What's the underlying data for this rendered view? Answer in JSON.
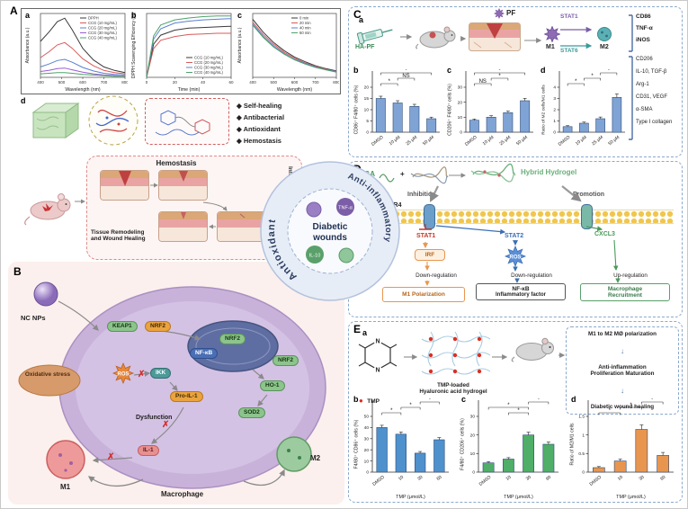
{
  "bullet": "◆",
  "cross": "✗",
  "arrow_down": "↓",
  "panel_a": {
    "label": "A",
    "sub_a": "a",
    "sub_b": "b",
    "sub_c": "c",
    "sub_d": "d",
    "features": [
      "Self-healing",
      "Antibacterial",
      "Antioxidant",
      "Hemostasis"
    ],
    "stage_top": "Hemostasis",
    "stage_right": "Inflammation and Proliferation",
    "stage_bottom": "Tissue Remodeling and Wound Healing",
    "chart_a": {
      "type": "line",
      "xlabel": "Wavelength (nm)",
      "ylabel": "Absorbance (a.u.)",
      "x": [
        400,
        440,
        480,
        515,
        550,
        600,
        650,
        700,
        750,
        800
      ],
      "xticks": [
        400,
        500,
        600,
        700,
        800
      ],
      "ylim": [
        0,
        1.1
      ],
      "legend": "tr",
      "series": [
        {
          "name": "DPPH",
          "color": "#3a3a3a",
          "values": [
            0.62,
            0.78,
            0.96,
            1.02,
            0.82,
            0.5,
            0.3,
            0.18,
            0.12,
            0.08
          ]
        },
        {
          "name": "CCG (10 mg/mL)",
          "color": "#d85a5a",
          "values": [
            0.34,
            0.44,
            0.56,
            0.6,
            0.5,
            0.32,
            0.2,
            0.12,
            0.08,
            0.06
          ]
        },
        {
          "name": "CCG (20 mg/mL)",
          "color": "#5b7fd1",
          "values": [
            0.18,
            0.23,
            0.29,
            0.31,
            0.26,
            0.17,
            0.11,
            0.07,
            0.05,
            0.04
          ]
        },
        {
          "name": "CCG (30 mg/mL)",
          "color": "#9a5bd1",
          "values": [
            0.1,
            0.12,
            0.15,
            0.16,
            0.13,
            0.09,
            0.06,
            0.04,
            0.03,
            0.02
          ]
        },
        {
          "name": "CCG (40 mg/mL)",
          "color": "#4da36a",
          "values": [
            0.06,
            0.07,
            0.08,
            0.08,
            0.07,
            0.05,
            0.04,
            0.03,
            0.02,
            0.02
          ]
        }
      ]
    },
    "chart_b": {
      "type": "line",
      "xlabel": "Time (min)",
      "ylabel": "DPPH Scavenging Efficiency (%)",
      "x": [
        0,
        5,
        10,
        20,
        30,
        40,
        50,
        60
      ],
      "xticks": [
        0,
        20,
        40,
        60
      ],
      "ylim": [
        0,
        100
      ],
      "legend": "br",
      "series": [
        {
          "name": "CCG (10 mg/mL)",
          "color": "#3a3a3a",
          "values": [
            0,
            52,
            66,
            74,
            77,
            78,
            79,
            80
          ]
        },
        {
          "name": "CCG (20 mg/mL)",
          "color": "#d85a5a",
          "values": [
            0,
            45,
            58,
            64,
            67,
            68,
            69,
            69
          ]
        },
        {
          "name": "CCG (30 mg/mL)",
          "color": "#5b7fd1",
          "values": [
            0,
            60,
            76,
            85,
            88,
            90,
            91,
            92
          ]
        },
        {
          "name": "CCG (40 mg/mL)",
          "color": "#4da36a",
          "values": [
            0,
            65,
            82,
            90,
            93,
            95,
            96,
            96
          ]
        }
      ]
    },
    "chart_c": {
      "type": "line",
      "xlabel": "Wavelength (nm)",
      "ylabel": "Absorbance (a.u.)",
      "x": [
        400,
        450,
        500,
        550,
        600,
        650,
        700,
        750,
        800
      ],
      "xticks": [
        400,
        500,
        600,
        700,
        800
      ],
      "ylim": [
        0,
        1.1
      ],
      "legend": "tr",
      "series": [
        {
          "name": "0 min",
          "color": "#3a3a3a",
          "values": [
            1.0,
            0.78,
            0.6,
            0.46,
            0.35,
            0.27,
            0.2,
            0.15,
            0.11
          ]
        },
        {
          "name": "20 min",
          "color": "#d85a5a",
          "values": [
            0.95,
            0.74,
            0.57,
            0.43,
            0.33,
            0.25,
            0.19,
            0.14,
            0.1
          ]
        },
        {
          "name": "40 min",
          "color": "#5b7fd1",
          "values": [
            0.92,
            0.71,
            0.54,
            0.41,
            0.31,
            0.24,
            0.18,
            0.13,
            0.1
          ]
        },
        {
          "name": "60 min",
          "color": "#4da36a",
          "values": [
            0.9,
            0.69,
            0.52,
            0.4,
            0.3,
            0.23,
            0.17,
            0.13,
            0.09
          ]
        }
      ]
    }
  },
  "center": {
    "title_1": "Diabetic",
    "title_2": "wounds",
    "arc_left": "Antioxidant",
    "arc_right": "Anti-inflammatory",
    "tnf": "TNF-α",
    "il10": "IL-10"
  },
  "panel_b": {
    "label": "B",
    "nc_nps": "NC NPs",
    "oxidative_stress": "Oxidative stress",
    "keap1": "KEAP1",
    "nrf2": "NRF2",
    "nfkb": "NF-κB",
    "ikk": "IKK",
    "ros": "ROS",
    "pro_il1": "Pro-IL-1",
    "dysfunction": "Dysfunction",
    "ho1": "HO-1",
    "sod2": "SOD2",
    "il1": "IL-1",
    "m1": "M1",
    "m2": "M2",
    "macrophage": "Macrophage"
  },
  "panel_c": {
    "label": "C",
    "pf": "PF",
    "sub_a": "a",
    "sub_b": "b",
    "sub_c": "c",
    "sub_d": "d",
    "ha_pf": "HA-PF",
    "stat1": "STAT1",
    "stat6": "STAT6",
    "m1": "M1",
    "m2": "M2",
    "m1_markers": [
      "CD86",
      "TNF-α",
      "iNOS"
    ],
    "m2_markers": [
      "CD206",
      "IL-10, TGF-β",
      "Arg-1",
      "CD31, VEGF",
      "α-SMA",
      "Type I collagen"
    ],
    "chart_b": {
      "type": "bar",
      "color": "#7fa3d4",
      "ylabel": "CD86⁺ F4/80⁺ cells (%)",
      "categories": [
        "DMSO",
        "10 μM",
        "25 μM",
        "50 μM"
      ],
      "values": [
        15,
        13,
        11.5,
        6
      ],
      "errors": [
        1,
        1,
        0.9,
        0.7
      ],
      "ylim": [
        0,
        20
      ],
      "yticks": [
        0,
        5,
        10,
        15,
        20
      ],
      "sig": [
        {
          "from": 0,
          "to": 1,
          "label": "*"
        },
        {
          "from": 1,
          "to": 2,
          "label": "NS"
        },
        {
          "from": 0,
          "to": 3,
          "label": "*"
        }
      ]
    },
    "chart_c": {
      "type": "bar",
      "color": "#7fa3d4",
      "ylabel": "CD206⁺ F4/80⁺ cells (%)",
      "categories": [
        "DMSO",
        "10 μM",
        "25 μM",
        "50 μM"
      ],
      "values": [
        8,
        10,
        13,
        21
      ],
      "errors": [
        0.8,
        1,
        1.1,
        1.6
      ],
      "ylim": [
        0,
        30
      ],
      "yticks": [
        0,
        10,
        20,
        30
      ],
      "sig": [
        {
          "from": 0,
          "to": 1,
          "label": "NS"
        },
        {
          "from": 1,
          "to": 2,
          "label": "*"
        },
        {
          "from": 0,
          "to": 3,
          "label": "*"
        }
      ]
    },
    "chart_d": {
      "type": "bar",
      "color": "#7fa3d4",
      "ylabel": "Ratio of M2 cells/M1 cells",
      "categories": [
        "DMSO",
        "10 μM",
        "25 μM",
        "50 μM"
      ],
      "values": [
        0.5,
        0.8,
        1.2,
        3.1
      ],
      "errors": [
        0.08,
        0.1,
        0.15,
        0.3
      ],
      "ylim": [
        0,
        4
      ],
      "yticks": [
        0,
        1,
        2,
        3,
        4
      ],
      "sig": [
        {
          "from": 0,
          "to": 1,
          "label": "*"
        },
        {
          "from": 1,
          "to": 2,
          "label": "*"
        },
        {
          "from": 2,
          "to": 3,
          "label": "*"
        }
      ]
    }
  },
  "panel_d": {
    "label": "D",
    "ga": "GA",
    "plus": "+",
    "hybrid_hydrogel": "Hybrid Hydrogel",
    "inhibition": "Inhibition",
    "promotion": "Promotion",
    "tlr4": "TLR4",
    "stat1": "STAT1",
    "stat2": "STAT2",
    "cxcl3": "CXCL3",
    "irf": "IRF",
    "ros": "ROS",
    "down1": "Down-regulation",
    "down2": "Down-regulation",
    "up": "Up-regulation",
    "box_m1": "M1 Polarization",
    "box_nfkb_1": "NF-κB",
    "box_nfkb_2": "Inflammatory factor",
    "box_mac_1": "Macrophage",
    "box_mac_2": "Recruitment"
  },
  "panel_e": {
    "label": "E",
    "sub_a": "a",
    "sub_b": "b",
    "sub_c": "c",
    "sub_d": "d",
    "tmp": "TMP",
    "caption_1": "TMP-loaded",
    "caption_2": "Hyaluronic acid hydrogel",
    "outcome_1": "M1 to M2 MØ polarization",
    "outcome_2a": "Anti-inflammation",
    "outcome_2b": "Proliferation Maturation",
    "outcome_3": "Diabetic wound healing",
    "chart_b": {
      "type": "bar",
      "color": "#4f91cc",
      "ylabel": "F4/80⁺ CD86⁺ cells (%)",
      "xlabel": "TMP (μmol/L)",
      "categories": [
        "DMSO",
        "10",
        "30",
        "60"
      ],
      "values": [
        40,
        34,
        17,
        29
      ],
      "errors": [
        2,
        2,
        1.5,
        2
      ],
      "ylim": [
        0,
        50
      ],
      "yticks": [
        0,
        10,
        20,
        30,
        40,
        50
      ],
      "sig": [
        {
          "from": 0,
          "to": 1,
          "label": "*"
        },
        {
          "from": 1,
          "to": 2,
          "label": "*"
        },
        {
          "from": 2,
          "to": 3,
          "label": "*"
        }
      ]
    },
    "chart_c": {
      "type": "bar",
      "color": "#4fae68",
      "ylabel": "F4/80⁺ CD206⁺ cells (%)",
      "xlabel": "TMP (μmol/L)",
      "categories": [
        "DMSO",
        "10",
        "30",
        "60"
      ],
      "values": [
        5,
        7,
        20,
        15
      ],
      "errors": [
        0.6,
        0.8,
        1.5,
        1.2
      ],
      "ylim": [
        0,
        30
      ],
      "yticks": [
        0,
        10,
        20,
        30
      ],
      "sig": [
        {
          "from": 1,
          "to": 2,
          "label": "*"
        },
        {
          "from": 0,
          "to": 2,
          "label": "*"
        },
        {
          "from": 2,
          "to": 3,
          "label": "*"
        }
      ]
    },
    "chart_d": {
      "type": "bar",
      "color": "#e8964f",
      "ylabel": "Ratio of M2/M1 cells",
      "xlabel": "TMP (μmol/L)",
      "categories": [
        "DMSO",
        "10",
        "30",
        "60"
      ],
      "values": [
        0.12,
        0.3,
        1.15,
        0.45
      ],
      "errors": [
        0.03,
        0.05,
        0.12,
        0.08
      ],
      "ylim": [
        0,
        1.5
      ],
      "yticks": [
        0,
        0.5,
        1,
        1.5
      ],
      "sig": [
        {
          "from": 0,
          "to": 1,
          "label": "*"
        },
        {
          "from": 1,
          "to": 2,
          "label": "*"
        },
        {
          "from": 2,
          "to": 3,
          "label": "*"
        }
      ]
    }
  }
}
